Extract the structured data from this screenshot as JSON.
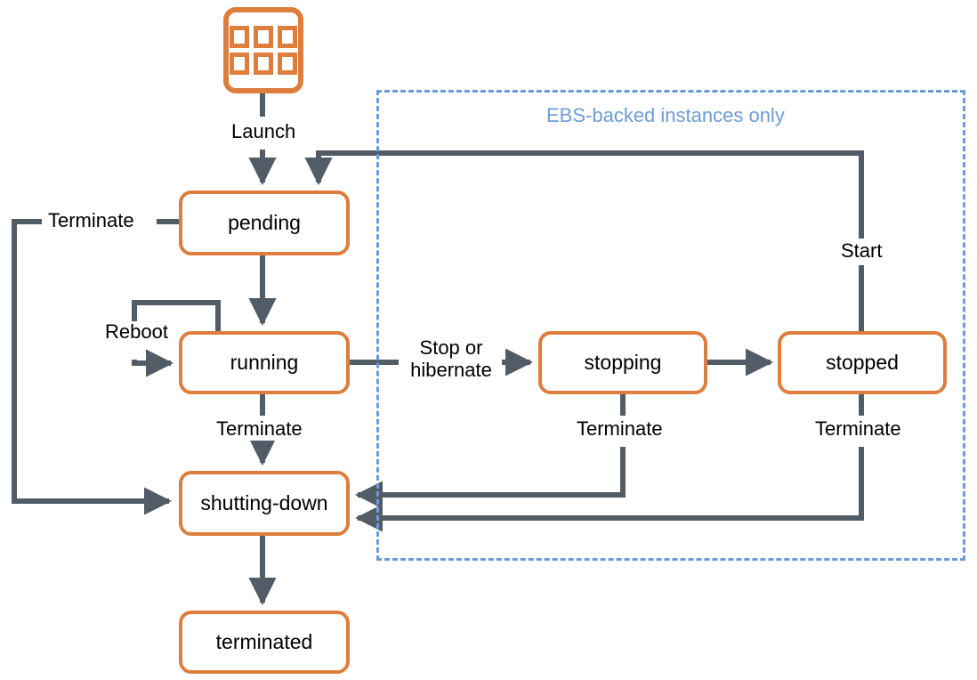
{
  "diagram": {
    "title": "Amazon EC2 instance lifecycle state diagram",
    "colors": {
      "state_border": "#DD7E3E",
      "wire": "#515C66",
      "group_border": "#6C9BD8",
      "group_text": "#6D9CD9",
      "text": "#000000",
      "background": "#FFFFFF"
    },
    "source_icon": {
      "name": "ami-icon",
      "cells": 6
    },
    "group": {
      "label": "EBS-backed instances only"
    },
    "states": [
      {
        "id": "pending",
        "label": "pending"
      },
      {
        "id": "running",
        "label": "running"
      },
      {
        "id": "stopping",
        "label": "stopping"
      },
      {
        "id": "stopped",
        "label": "stopped"
      },
      {
        "id": "shutting-down",
        "label": "shutting-down"
      },
      {
        "id": "terminated",
        "label": "terminated"
      }
    ],
    "transitions": [
      {
        "id": "launch",
        "label": "Launch",
        "from": "ami",
        "to": "pending"
      },
      {
        "id": "pending-terminate",
        "label": "Terminate",
        "from": "pending",
        "to": "shutting-down"
      },
      {
        "id": "pending-running",
        "label": "",
        "from": "pending",
        "to": "running"
      },
      {
        "id": "reboot",
        "label": "Reboot",
        "from": "running",
        "to": "running"
      },
      {
        "id": "stop-or-hibernate",
        "label": "Stop or\nhibernate",
        "from": "running",
        "to": "stopping"
      },
      {
        "id": "stopping-stopped",
        "label": "",
        "from": "stopping",
        "to": "stopped"
      },
      {
        "id": "start",
        "label": "Start",
        "from": "stopped",
        "to": "pending"
      },
      {
        "id": "running-terminate",
        "label": "Terminate",
        "from": "running",
        "to": "shutting-down"
      },
      {
        "id": "stopping-terminate",
        "label": "Terminate",
        "from": "stopping",
        "to": "shutting-down"
      },
      {
        "id": "stopped-terminate",
        "label": "Terminate",
        "from": "stopped",
        "to": "shutting-down"
      },
      {
        "id": "shutdown-terminated",
        "label": "",
        "from": "shutting-down",
        "to": "terminated"
      }
    ]
  }
}
